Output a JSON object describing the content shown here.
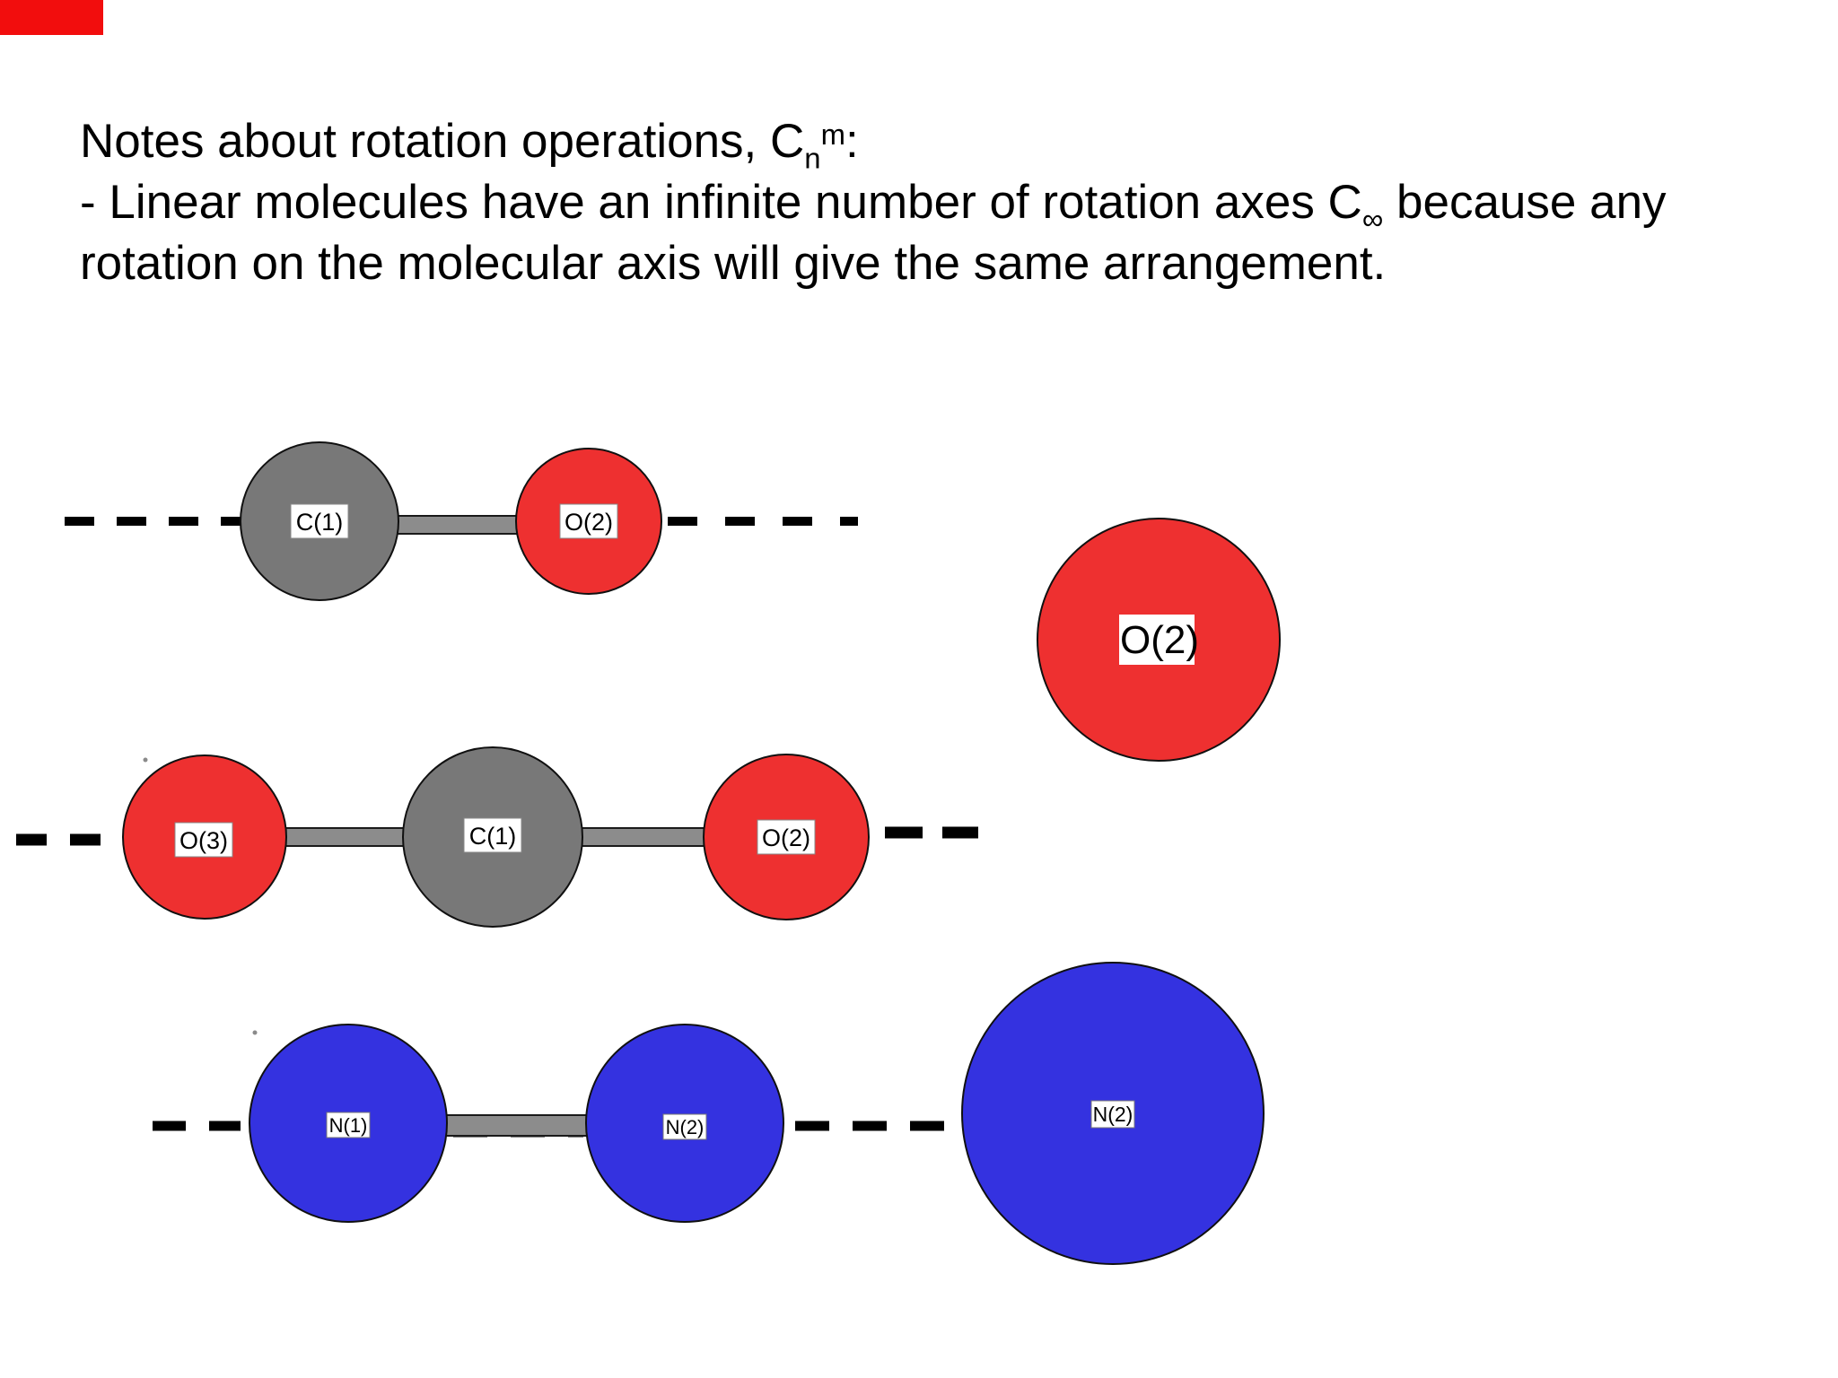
{
  "slide": {
    "title": {
      "line1_pre": "Notes about rotation operations, C",
      "line1_sub": "n",
      "line1_sup": "m",
      "line1_end": ":",
      "line2_pre": "- Linear molecules have an infinite number of rotation axes C",
      "line2_sub": "∞",
      "line2_post": " because any",
      "line3": "rotation on the molecular axis will give the same arrangement."
    }
  },
  "colors": {
    "corner_red": "#F20D0D",
    "oxygen_red": "#EE3030",
    "carbon_gray": "#787878",
    "nitrogen_blue": "#3432E0",
    "bond_gray": "#8C8C8C",
    "axis_black": "#000000",
    "label_bg": "#FFFFFF",
    "label_text": "#000000"
  },
  "molecules": {
    "carbon_monoxide": {
      "atoms": {
        "c1": "C(1)",
        "o2": "O(2)"
      }
    },
    "carbon_dioxide": {
      "atoms": {
        "o3": "O(3)",
        "c1": "C(1)",
        "o2": "O(2)"
      }
    },
    "dinitrogen": {
      "atoms": {
        "n1": "N(1)",
        "n2": "N(2)"
      }
    }
  },
  "isolated_atoms": {
    "oxygen": "O(2)",
    "nitrogen": "N(2)"
  }
}
